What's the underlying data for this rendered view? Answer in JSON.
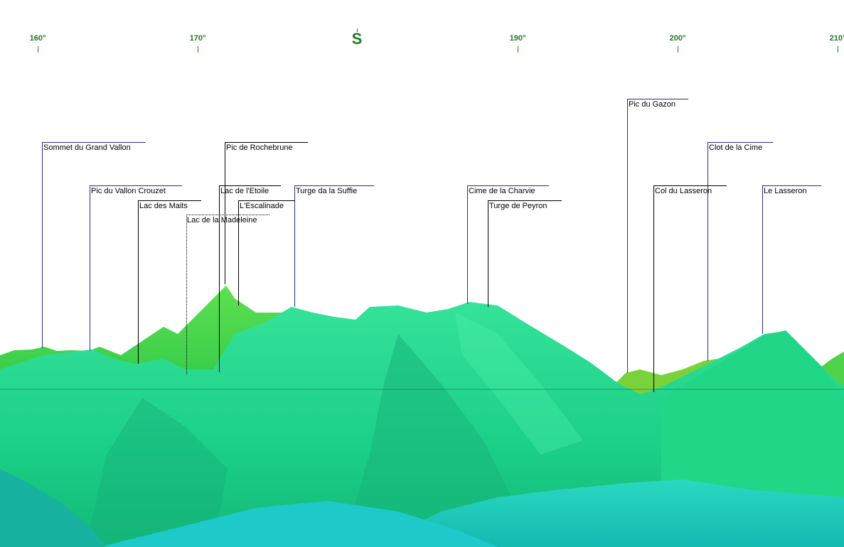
{
  "compass": {
    "ticks": [
      {
        "label": "160°"
      },
      {
        "label": "170°"
      },
      {
        "label": "S",
        "cardinal": true
      },
      {
        "label": "190°"
      },
      {
        "label": "200°"
      },
      {
        "label": "210°"
      }
    ]
  },
  "colors": {
    "leader_line": "#2b2b8f",
    "label_underline": "#000000",
    "compass": "#1f7a1f",
    "terrain_far": "#3dd84a",
    "terrain_mid": "#1fd98a",
    "terrain_near": "#20c8c0"
  },
  "peaks": [
    {
      "name": "Sommet du Grand Vallon"
    },
    {
      "name": "Pic de Rochebrune"
    },
    {
      "name": "Pic du Vallon Crouzet"
    },
    {
      "name": "Lac des Maits"
    },
    {
      "name": "Lac de l'Etoile"
    },
    {
      "name": "L'Escalinade"
    },
    {
      "name": "Lac de la Madeleine"
    },
    {
      "name": "Turge da la Suffie"
    },
    {
      "name": "Cime de la Charvie"
    },
    {
      "name": "Turge de Peyron"
    },
    {
      "name": "Pic du Gazon"
    },
    {
      "name": "Clot de la Cime"
    },
    {
      "name": "Col du Lasseron"
    },
    {
      "name": "Le Lasseron"
    }
  ]
}
